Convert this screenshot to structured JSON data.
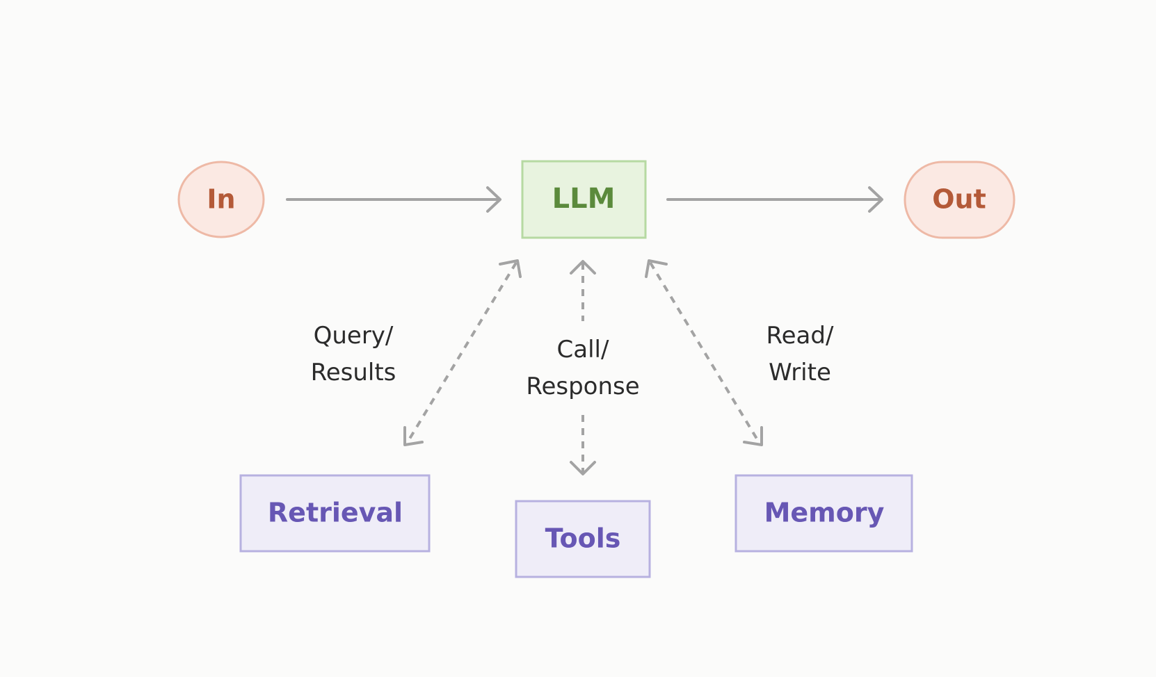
{
  "nodes": {
    "input": {
      "label": "In"
    },
    "llm": {
      "label": "LLM"
    },
    "output": {
      "label": "Out"
    },
    "retrieval": {
      "label": "Retrieval"
    },
    "tools": {
      "label": "Tools"
    },
    "memory": {
      "label": "Memory"
    }
  },
  "edge_labels": {
    "retrieval": [
      "Query/",
      "Results"
    ],
    "tools": [
      "Call/",
      "Response"
    ],
    "memory": [
      "Read/",
      "Write"
    ]
  },
  "colors": {
    "io_fill": "#fbe9e3",
    "io_stroke": "#eeb9a6",
    "io_text": "#b45a38",
    "llm_fill": "#e8f3df",
    "llm_stroke": "#b6d9a2",
    "llm_text": "#5b8a3c",
    "aug_fill": "#efedf8",
    "aug_stroke": "#b7b1e0",
    "aug_text": "#6757b4",
    "arrow": "#a3a3a3"
  }
}
